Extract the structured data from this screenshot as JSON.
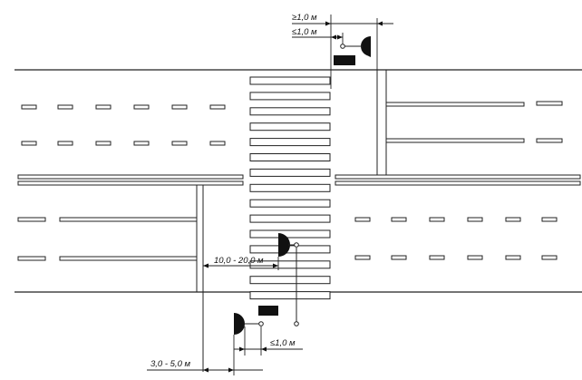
{
  "dimensions": {
    "top_min_offset": "≥1,0 м",
    "top_max_offset": "≤1,0 м",
    "distance_to_crossing": "10,0 - 20,0 м",
    "bottom_max_offset": "≤1,0 м",
    "bottom_edge_offset": "3,0 - 5,0 м"
  },
  "colors": {
    "ink": "#111111",
    "background": "#ffffff"
  },
  "icons": {
    "traffic_light": "traffic-signal-head",
    "plate": "additional-sign-plate"
  }
}
